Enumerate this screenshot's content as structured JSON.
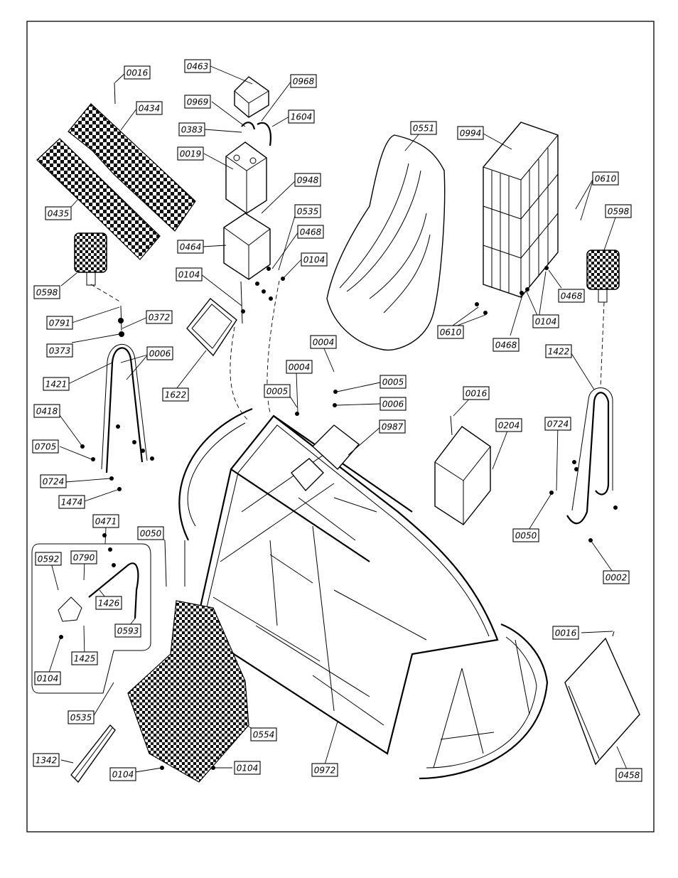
{
  "callouts": [
    "0016",
    "0463",
    "0968",
    "0969",
    "1604",
    "0434",
    "0383",
    "0019",
    "0551",
    "0994",
    "0948",
    "0610",
    "0598",
    "0535",
    "0468",
    "0435",
    "0464",
    "0104",
    "0104",
    "0468",
    "0598",
    "0104",
    "1622",
    "0372",
    "0791",
    "0373",
    "0006",
    "0610",
    "0004",
    "1421",
    "0468",
    "1422",
    "0004",
    "0005",
    "0005",
    "0006",
    "0418",
    "0987",
    "0016",
    "0204",
    "0724",
    "0705",
    "0724",
    "0050",
    "1474",
    "0471",
    "0050",
    "0592",
    "0790",
    "1426",
    "0593",
    "0002",
    "1425",
    "0016",
    "0104",
    "0535",
    "0554",
    "1342",
    "0104",
    "0104",
    "0972",
    "0458"
  ]
}
